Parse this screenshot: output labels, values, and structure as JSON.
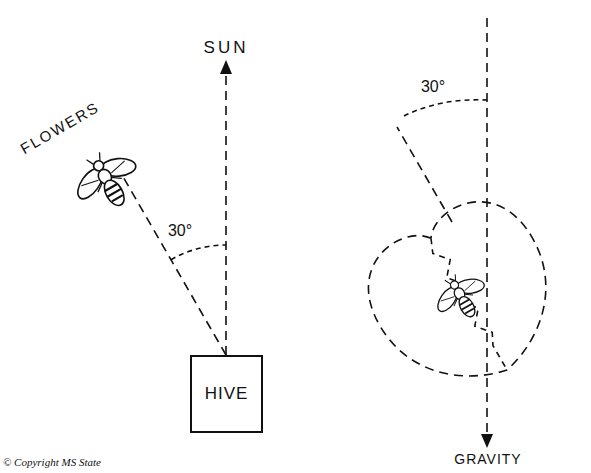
{
  "diagram": {
    "nodes": [
      {
        "text": [
          "HIVE"
        ]
      }
    ],
    "labels": [
      "SUN",
      "FLOWERS",
      "30°",
      "30°",
      "GRAVITY",
      "© Copyright MS State"
    ]
  }
}
